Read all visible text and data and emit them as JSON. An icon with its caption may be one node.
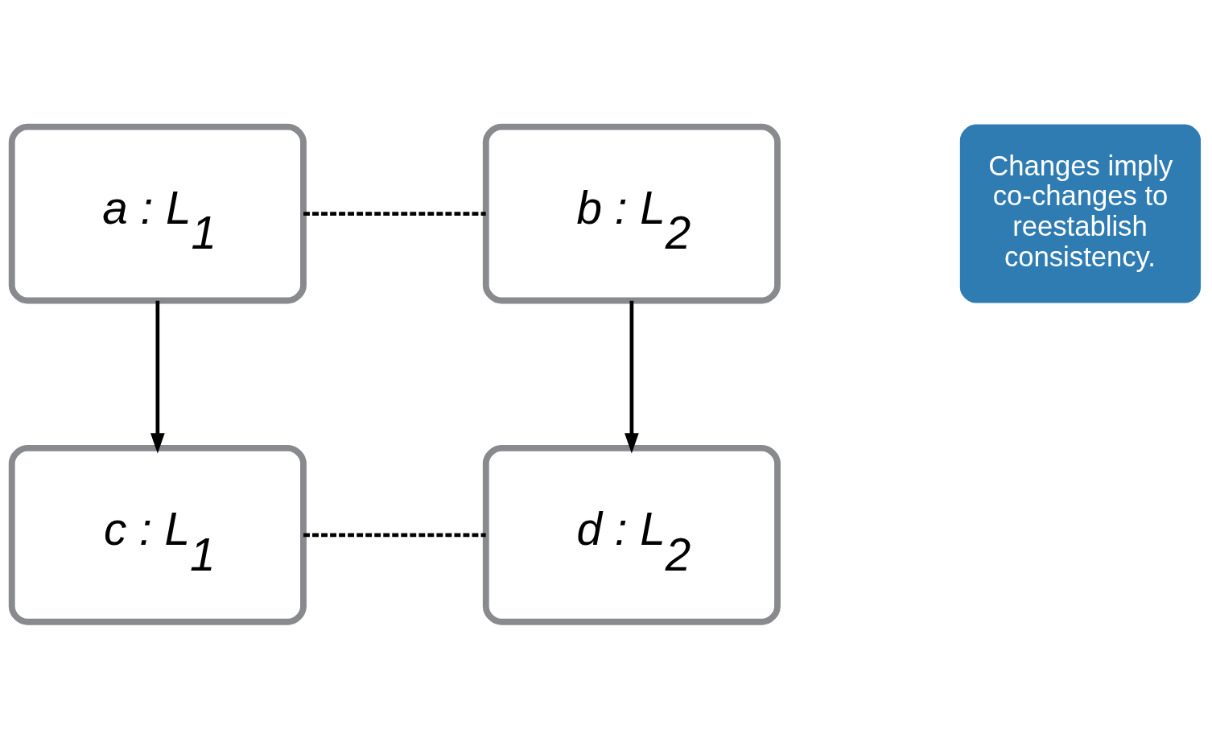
{
  "diagram": {
    "nodes": [
      {
        "text": [
          "a : L$_{1}$"
        ]
      },
      {
        "text": [
          "b : L$_{2}$"
        ]
      },
      {
        "text": [
          "c : L$_{1}$"
        ]
      },
      {
        "text": [
          "d : L$_{2}$"
        ]
      },
      {
        "text": [
          "Changes imply co-changes to reestablish consistency."
        ]
      }
    ],
    "edges": [
      {
        "from": 0,
        "to": 1,
        "arrow": "none",
        "style": "dashed"
      },
      {
        "from": 0,
        "to": 2,
        "arrow": "to"
      },
      {
        "from": 1,
        "to": 3,
        "arrow": "to"
      },
      {
        "from": 2,
        "to": 3,
        "arrow": "none",
        "style": "dashed"
      }
    ]
  }
}
